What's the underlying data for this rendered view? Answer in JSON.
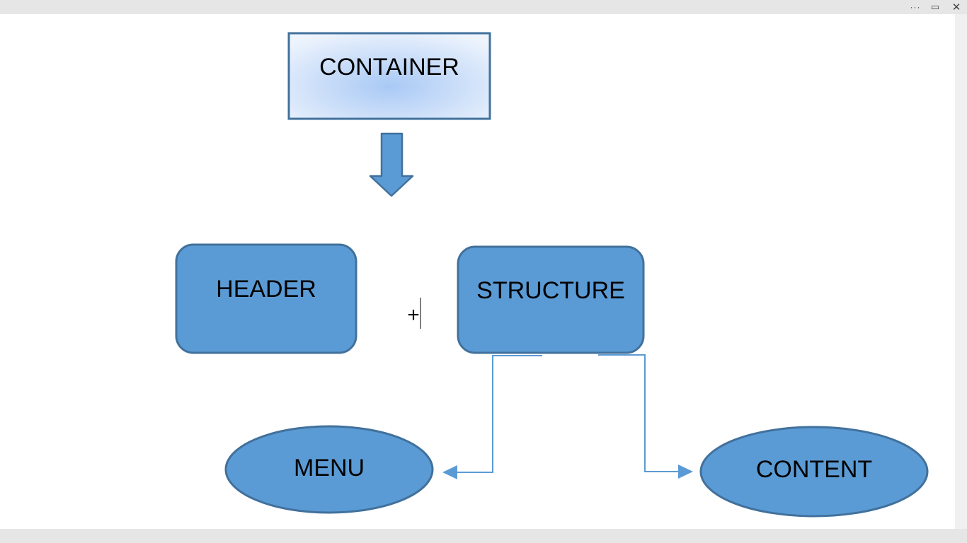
{
  "window": {
    "more_glyph": "···",
    "layout_glyph": "▭",
    "close_glyph": "✕"
  },
  "diagram": {
    "container": "CONTAINER",
    "header": "HEADER",
    "plus": "+",
    "structure": "STRUCTURE",
    "menu": "MENU",
    "content": "CONTENT"
  },
  "colors": {
    "shape_fill": "#5b9bd5",
    "shape_stroke": "#41719c",
    "connector": "#5b9bd5",
    "gradient_center": "#a9c9f5",
    "gradient_edge": "#eef4fd"
  }
}
